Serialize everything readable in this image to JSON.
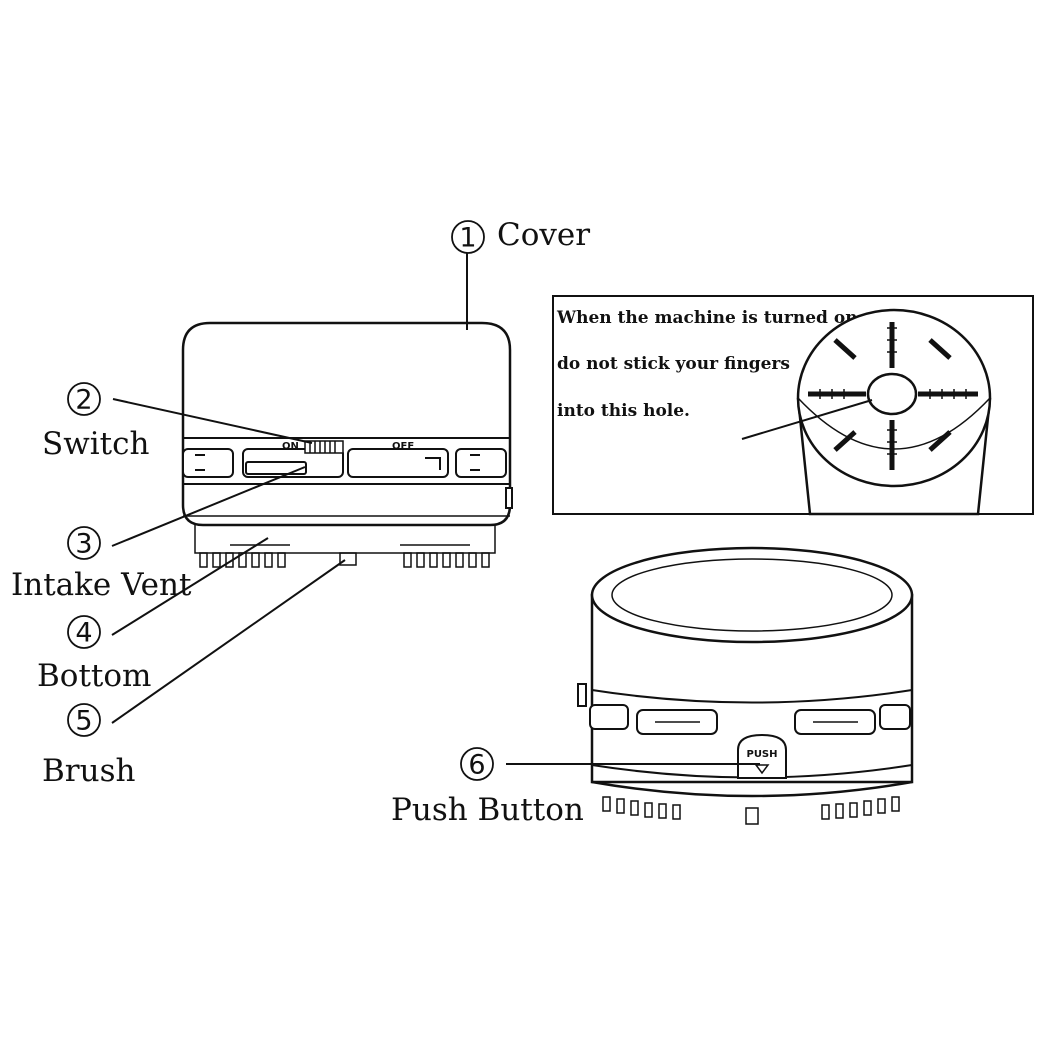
{
  "callouts": [
    {
      "number": "①",
      "label": "Cover"
    },
    {
      "number": "②",
      "label": "Switch"
    },
    {
      "number": "③",
      "label": "Intake Vent"
    },
    {
      "number": "④",
      "label": "Bottom"
    },
    {
      "number": "⑤",
      "label": "Brush"
    },
    {
      "number": "⑥",
      "label": "Push Button"
    }
  ],
  "switch_markings": {
    "on": "ON",
    "off": "OFF"
  },
  "push_button_text": "PUSH",
  "warning": {
    "line1": "When the machine is turned on,",
    "line2": "do not stick your fingers",
    "line3": "into this hole."
  }
}
